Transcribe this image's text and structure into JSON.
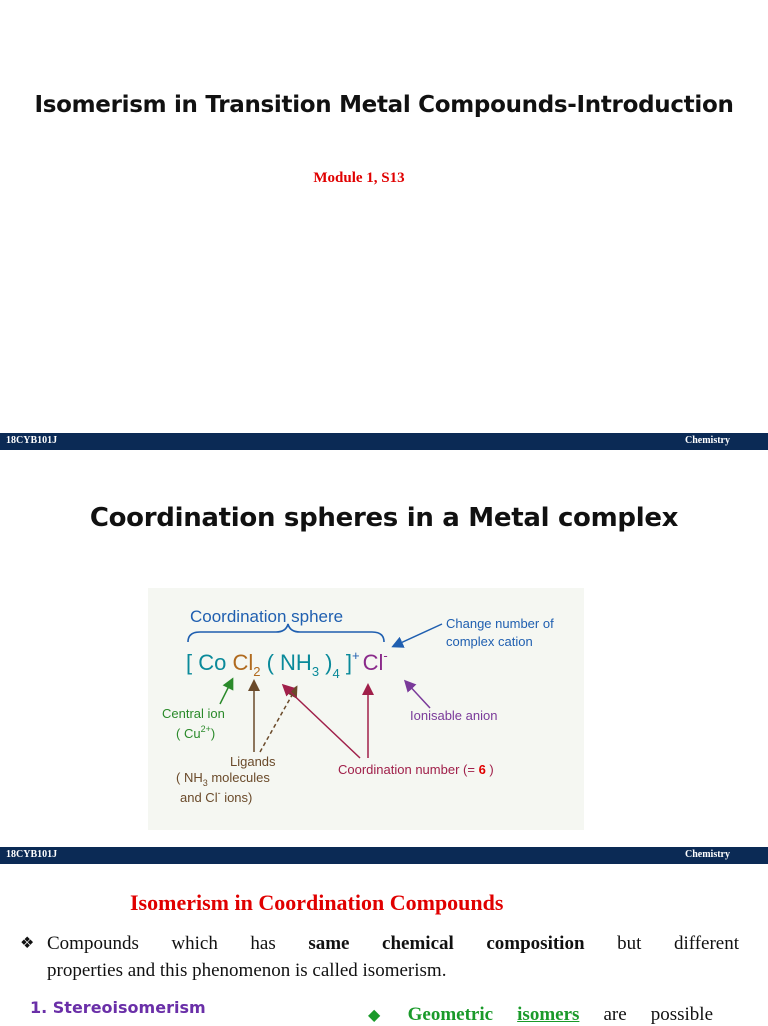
{
  "footer": {
    "code": "18CYB101J",
    "subject": "Chemistry"
  },
  "slide1": {
    "title": "Isomerism in Transition Metal Compounds-Introduction",
    "module": "Module 1, S13"
  },
  "slide2": {
    "title": "Coordination spheres in a Metal complex",
    "diagram": {
      "sphere_label": "Coordination sphere",
      "bracket_open": "[ Co ",
      "cl": "Cl",
      "cl_sub": "2",
      "paren_open": " ( NH",
      "nh_sub": "3",
      "paren_close": " )",
      "four_sub": "4",
      "bracket_close": " ]",
      "plus": "+",
      "counter_ion": "Cl",
      "minus": "-",
      "change_number_1": "Change number of",
      "change_number_2": "complex cation",
      "central_ion_1": "Central ion",
      "central_ion_2": "( Cu",
      "central_ion_sup": "2+",
      "central_ion_3": ")",
      "ionisable_anion": "Ionisable anion",
      "ligands_1": "Ligands",
      "ligands_2": "( NH",
      "ligands_2_sub": "3",
      "ligands_2b": " molecules",
      "ligands_3": "and Cl",
      "ligands_3_sup": "-",
      "ligands_3b": " ions)",
      "coord_number_label": "Coordination number (= ",
      "coord_number_value": "6",
      "coord_number_close": " )",
      "colors": {
        "metal": "#0a8a9a",
        "cl": "#b06a1e",
        "nh": "#0a8a9a",
        "counter_ion": "#8a2a8a",
        "label_blue": "#1f5fb0",
        "label_green": "#2a8a2a",
        "label_purple": "#7a3a9a",
        "label_brown": "#6a4a2a",
        "label_crimson": "#a0204a",
        "value_red": "#e00000"
      }
    }
  },
  "slide3": {
    "title": "Isomerism in Coordination Compounds",
    "bullet": {
      "mark": "❖",
      "pre": "Compounds which has ",
      "bold": "same chemical composition",
      "post": " but different",
      "line2": "properties and this phenomenon is called isomerism."
    },
    "stereo_label": "1. Stereoisomerism",
    "geo": {
      "mark": "◆",
      "word1": "Geometric",
      "word2": "isomers",
      "rest": " are possible"
    }
  }
}
